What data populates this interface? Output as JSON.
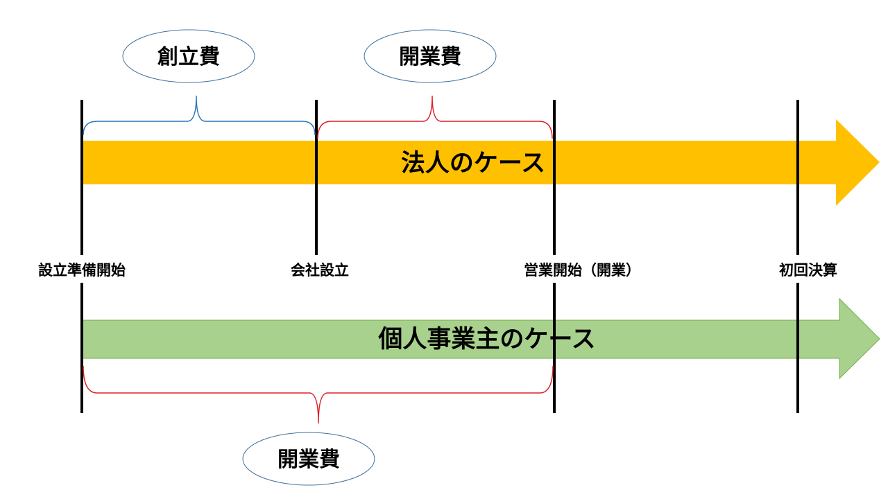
{
  "corporate_timeline": {
    "label": "法人のケース",
    "color": "#FFC000",
    "periods": [
      {
        "label": "創立費",
        "bracket_color": "#2E75B6"
      },
      {
        "label": "開業費",
        "bracket_color": "#E0202A"
      }
    ]
  },
  "sole_proprietor_timeline": {
    "label": "個人事業主のケース",
    "color": "#A9D18E",
    "periods": [
      {
        "label": "開業費",
        "bracket_color": "#E0202A"
      }
    ]
  },
  "milestones": [
    {
      "label": "設立準備開始"
    },
    {
      "label": "会社設立"
    },
    {
      "label": "営業開始（開業）"
    },
    {
      "label": "初回決算"
    }
  ],
  "colors": {
    "ellipse_stroke": "#41719C",
    "milestone_line": "#000000"
  }
}
